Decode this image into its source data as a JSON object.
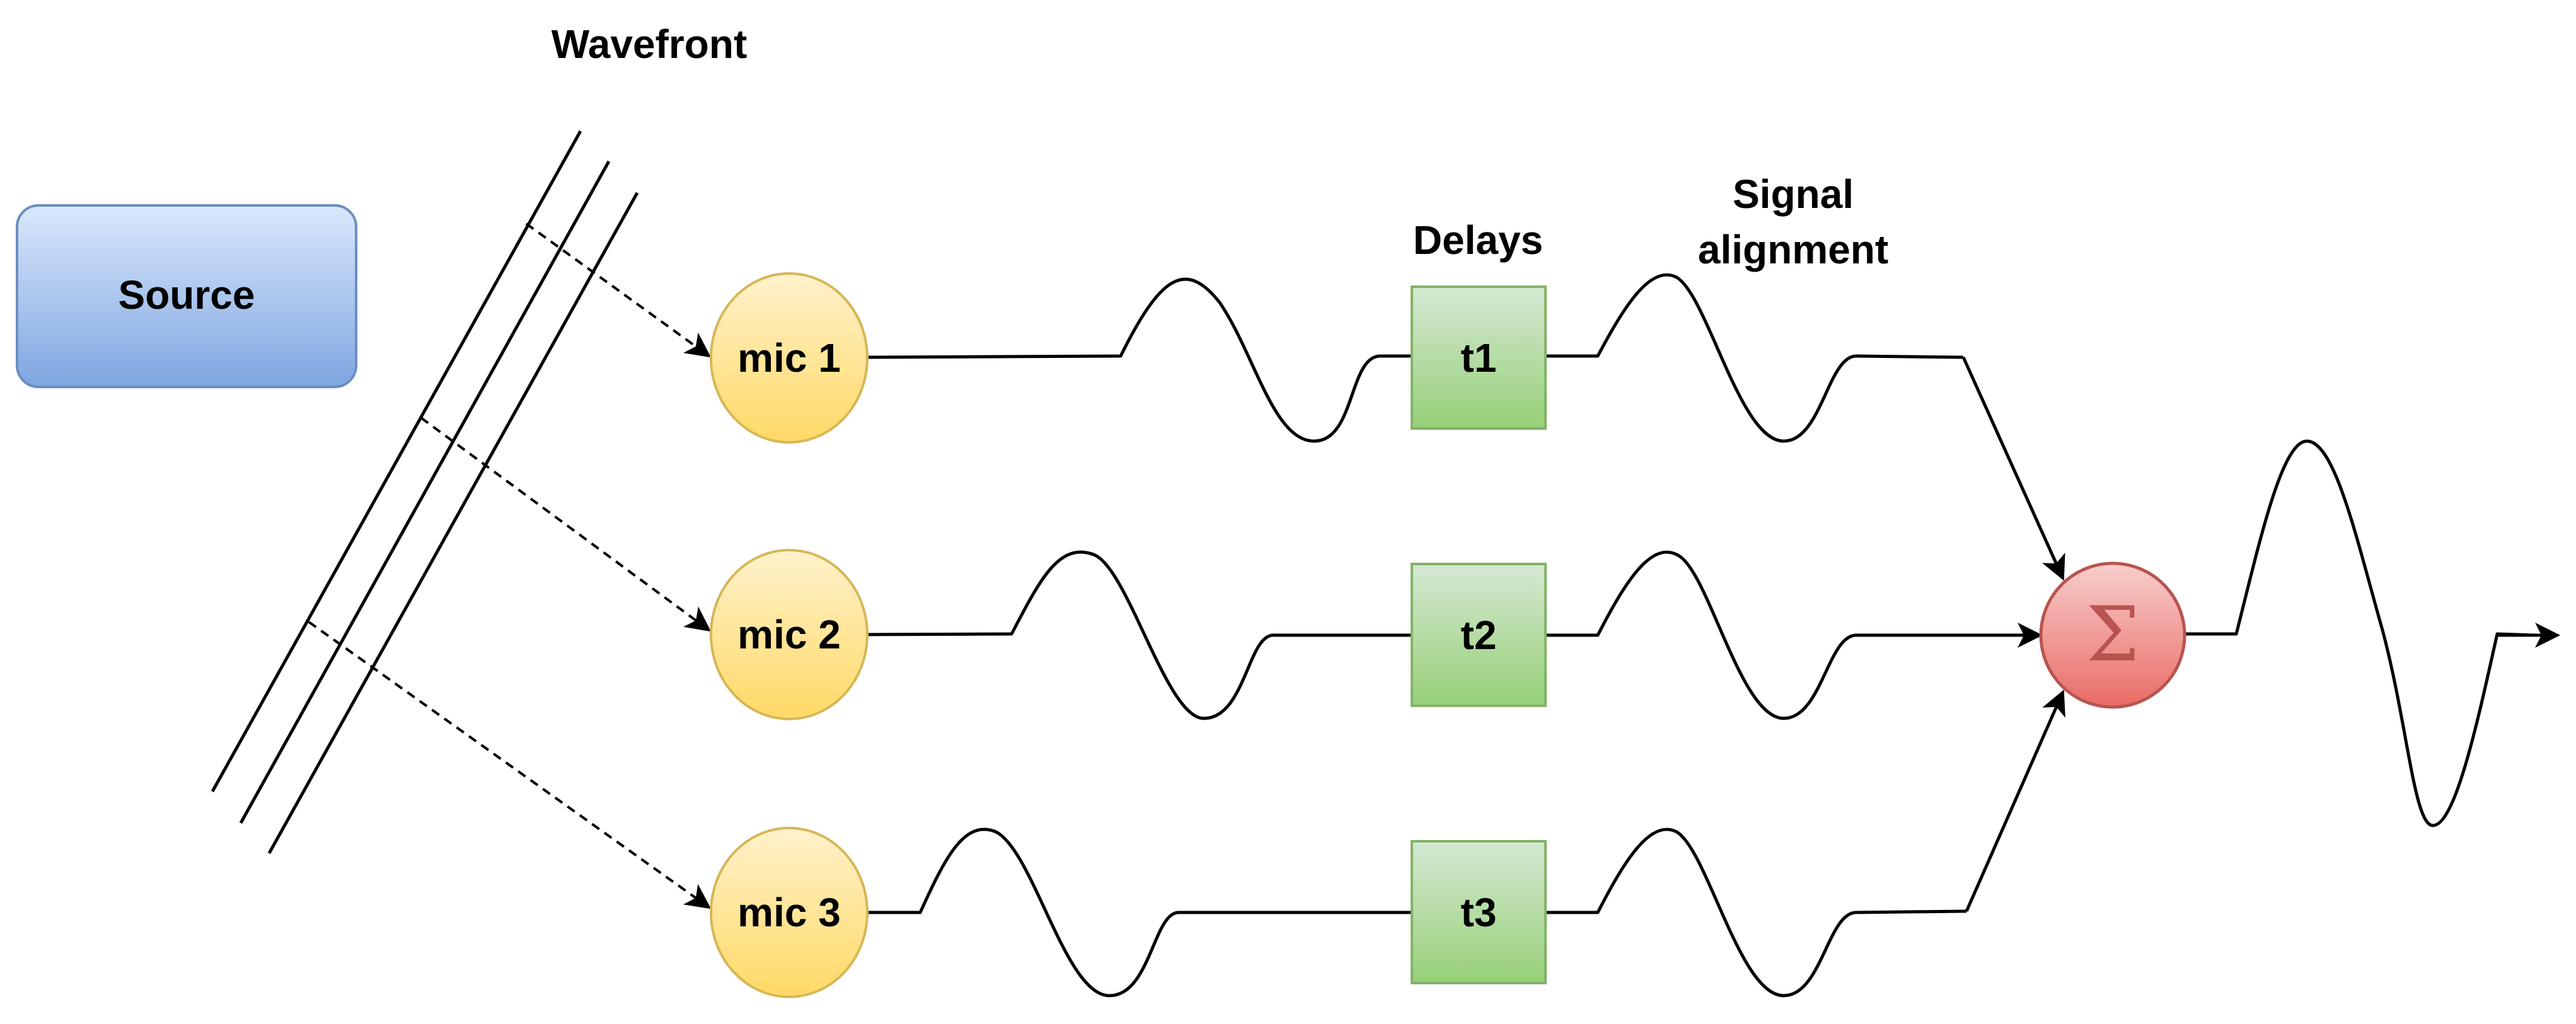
{
  "labels": {
    "wavefront": "Wavefront",
    "source": "Source",
    "delays": "Delays",
    "signal_line1": "Signal",
    "signal_line2": "alignment",
    "sum_symbol": "Σ"
  },
  "mics": [
    {
      "label": "mic 1"
    },
    {
      "label": "mic 2"
    },
    {
      "label": "mic 3"
    }
  ],
  "delays": [
    {
      "label": "t1"
    },
    {
      "label": "t2"
    },
    {
      "label": "t3"
    }
  ],
  "colors": {
    "source_fill_top": "#dae8fc",
    "source_fill_bottom": "#7ea6e0",
    "source_stroke": "#6c8ebf",
    "mic_fill_top": "#fff2cc",
    "mic_fill_bottom": "#ffd966",
    "mic_stroke": "#d6b656",
    "delay_fill_top": "#d5e8d4",
    "delay_fill_bottom": "#97d077",
    "delay_stroke": "#82b366",
    "sum_fill_top": "#f8cecc",
    "sum_fill_bottom": "#ea6b66",
    "sum_stroke": "#b85450"
  }
}
